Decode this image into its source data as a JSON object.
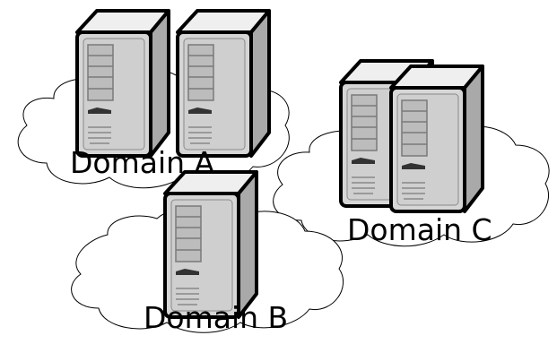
{
  "domains": [
    {
      "label": "Domain A",
      "server_count": 2
    },
    {
      "label": "Domain B",
      "server_count": 1
    },
    {
      "label": "Domain C",
      "server_count": 2
    }
  ],
  "colors": {
    "cloud_fill": "#ffffff",
    "cloud_stroke": "#000000",
    "server_outline": "#000000",
    "server_front": "#d6d6d6",
    "server_side": "#a9a9a9",
    "server_top": "#efefef",
    "bay": "#bcbcbc"
  },
  "icons": {
    "server": "server-tower-icon",
    "cloud": "cloud-shape"
  }
}
